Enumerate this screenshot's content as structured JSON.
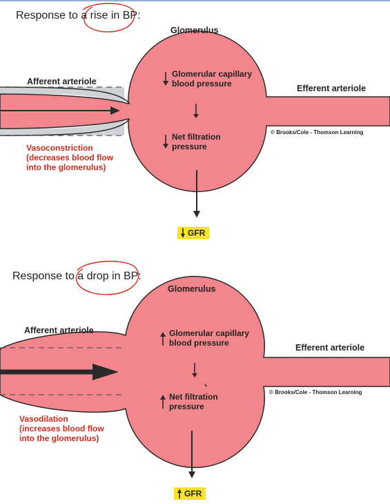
{
  "colors": {
    "vessel": "#f2868c",
    "wall": "#cfd2d6",
    "outline": "#2a2a2a",
    "annotation": "#d42a1c",
    "highlight": "#f7e22a"
  },
  "panels": [
    {
      "heading": "Response to a rise in BP:",
      "glomerulus": "Glomerulus",
      "afferent": "Afferent arteriole",
      "efferent": "Efferent arteriole",
      "pressure_arrow": "down-arrow",
      "pressure_label": "Glomerular capillary blood pressure",
      "filtration_arrow": "down-arrow",
      "filtration_label": "Net filtration pressure",
      "credit": "© Brooks/Cole - Thomson Learning",
      "note": [
        "Vasoconstriction",
        "(decreases blood flow",
        "into the glomerulus)"
      ],
      "gfr_arrow": "down-arrow",
      "gfr": "GFR"
    },
    {
      "heading": "Response to a drop in BP:",
      "glomerulus": "Glomerulus",
      "afferent": "Afferent arteriole",
      "efferent": "Efferent arteriole",
      "pressure_arrow": "up-arrow",
      "pressure_label": "Glomerular capillary blood pressure",
      "filtration_arrow": "up-arrow",
      "filtration_label": "Net filtration pressure",
      "credit": "© Brooks/Cole - Thomson Learning",
      "note": [
        "Vasodilation",
        "(increases blood flow",
        "into the glomerulus)"
      ],
      "gfr_arrow": "up-arrow",
      "gfr": "GFR"
    }
  ]
}
